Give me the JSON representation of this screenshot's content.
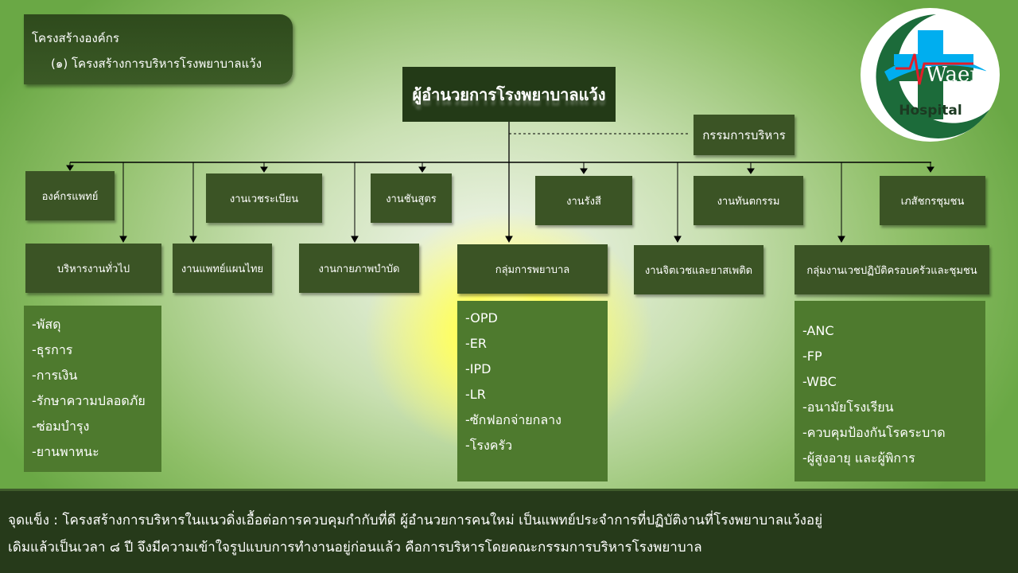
{
  "title": {
    "line1": "โครงสร้างองค์กร",
    "line2": "(๑) โครงสร้างการบริหารโรงพยาบาลแว้ง"
  },
  "director": "ผู้อำนวยการโรงพยาบาลแว้ง",
  "committee": "กรรมการบริหาร",
  "logo": {
    "text": "Waeng",
    "sub": "Hospital",
    "colors": {
      "green": "#1c6b3a",
      "blue": "#00aeef",
      "red": "#e11d2a"
    }
  },
  "row1": [
    "องค์กรแพทย์",
    "งานเวชระเบียน",
    "งานชันสูตร",
    "งานรังสี",
    "งานทันตกรรม",
    "เภสัชกรชุมชน"
  ],
  "row2": [
    "บริหารงานทั่วไป",
    "งานแพทย์แผนไทย",
    "งานกายภาพบำบัด",
    "กลุ่มการพยาบาล",
    "งานจิตเวชและยาสเพติด",
    "กลุ่มงานเวชปฏิบัติครอบครัวและชุมชน"
  ],
  "lists": {
    "admin": [
      "-พัสดุ",
      "-ธุรการ",
      "-การเงิน",
      "-รักษาความปลอดภัย",
      "-ซ่อมบำรุง",
      "-ยานพาหนะ"
    ],
    "nursing": [
      "-OPD",
      "-ER",
      "-IPD",
      "-LR",
      "-ซักฟอกจ่ายกลาง",
      "-โรงครัว"
    ],
    "family": [
      "-ANC",
      "-FP",
      "-WBC",
      "-อนามัยโรงเรียน",
      "-ควบคุมป้องกันโรคระบาด",
      "-ผู้สูงอายุ และผู้พิการ"
    ]
  },
  "footer": {
    "line1": "จุดแข็ง : โครงสร้างการบริหารในแนวดิ่งเอื้อต่อการควบคุมกำกับที่ดี ผู้อำนวยการคนใหม่ เป็นแพทย์ประจำการที่ปฏิบัติงานที่โรงพยาบาลแว้งอยู่",
    "line2": "เดิมแล้วเป็นเวลา ๘ ปี จึงมีความเข้าใจรูปแบบการทำงานอยู่ก่อนแล้ว คือการบริหารโดยคณะกรรมการบริหารโรงพยาบาล"
  }
}
